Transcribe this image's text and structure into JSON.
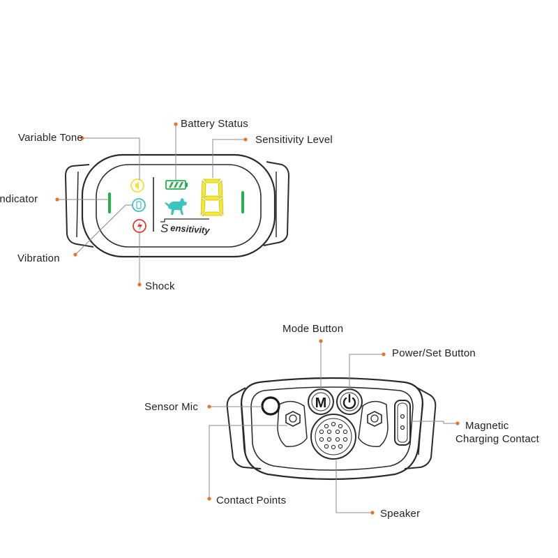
{
  "top_device": {
    "screen_label": "Sensitivity",
    "screen_label_initial": "S",
    "sensitivity_digit": "8",
    "icons": [
      "tone-icon",
      "vibration-icon",
      "shock-icon",
      "battery-icon",
      "dog-icon"
    ]
  },
  "bottom_device": {
    "mode_button_letter": "M",
    "power_button_icon": "power-icon"
  },
  "labels": {
    "variable_tone": "Variable Tone",
    "battery_status": "Battery Status",
    "sensitivity_level": "Sensitivity Level",
    "indicator": "Indicator",
    "vibration": "Vibration",
    "shock": "Shock",
    "mode_button": "Mode Button",
    "power_set_button": "Power/Set Button",
    "sensor_mic": "Sensor Mic",
    "magnetic_line1": "Magnetic",
    "magnetic_line2": "Charging Contact",
    "contact_points": "Contact Points",
    "speaker": "Speaker"
  },
  "colors": {
    "leader_dot": "#e8742a",
    "outline": "#2a2a2a",
    "indicator_green": "#22b14c",
    "tone_yellow": "#f2e23a",
    "vibration_teal": "#3bc4c0",
    "shock_red": "#e23b2e",
    "digit_yellow": "#f6ea2e"
  }
}
